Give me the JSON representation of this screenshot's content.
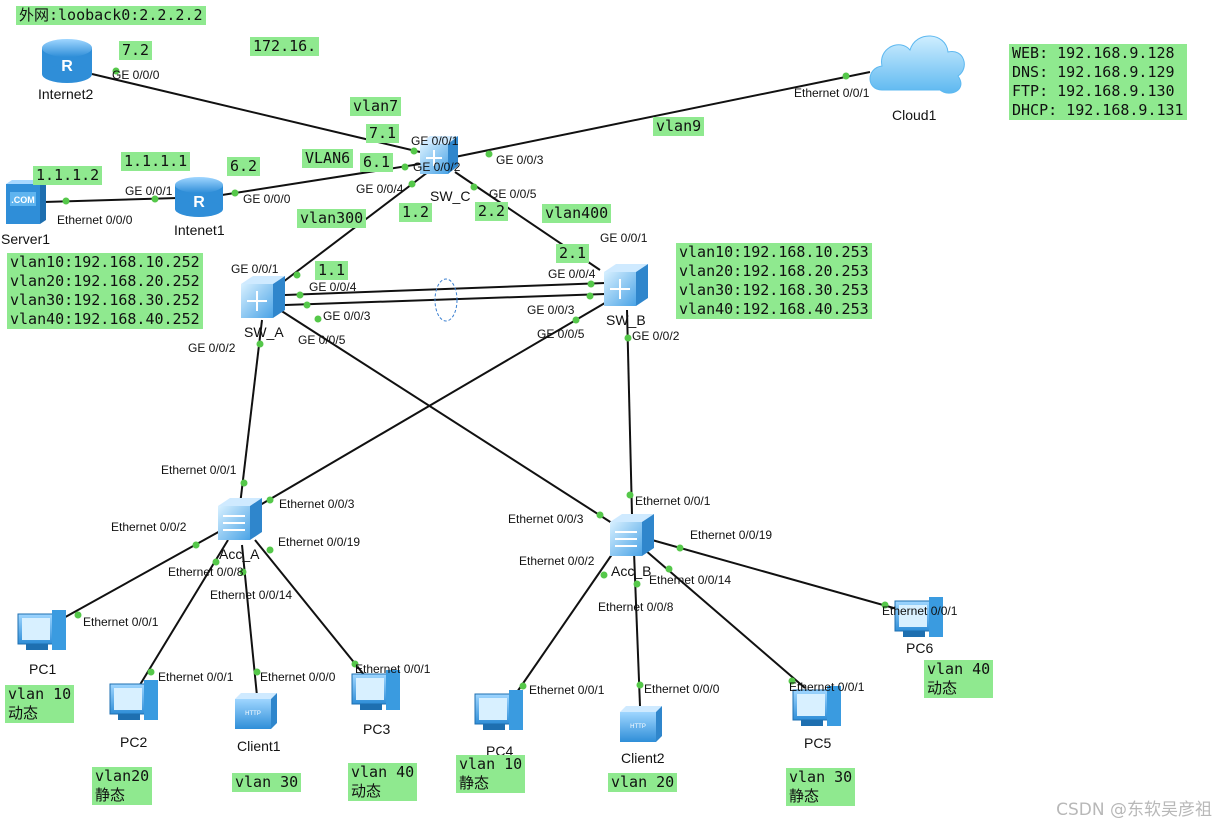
{
  "devices": {
    "internet2": "Internet2",
    "cloud1": "Cloud1",
    "server1": "Server1",
    "internet1": "Intenet1",
    "sw_c": "SW_C",
    "sw_a": "SW_A",
    "sw_b": "SW_B",
    "acc_a": "Acc_A",
    "acc_b": "Acc_B",
    "pc1": "PC1",
    "pc2": "PC2",
    "pc3": "PC3",
    "pc4": "PC4",
    "pc5": "PC5",
    "pc6": "PC6",
    "client1": "Client1",
    "client2": "Client2",
    "server_tag": ".COM",
    "client_tag": "HTTP"
  },
  "notes": {
    "loopback": "外网:looback0:2.2.2.2",
    "n72": "7.2",
    "n172": "172.16.",
    "vlan7": "vlan7",
    "n71": "7.1",
    "n1111": "1.1.1.1",
    "n62": "6.2",
    "vlan6": "VLAN6",
    "n61": "6.1",
    "n1112": "1.1.1.2",
    "vlan300": "vlan300",
    "n12": "1.2",
    "n22": "2.2",
    "vlan400": "vlan400",
    "vlan9": "vlan9",
    "n11": "1.1",
    "n21": "2.1",
    "services": "WEB: 192.168.9.128\nDNS: 192.168.9.129\nFTP: 192.168.9.130\nDHCP: 192.168.9.131",
    "swa_ips": "vlan10:192.168.10.252\nvlan20:192.168.20.252\nvlan30:192.168.30.252\nvlan40:192.168.40.252",
    "swb_ips": "vlan10:192.168.10.253\nvlan20:192.168.20.253\nvlan30:192.168.30.253\nvlan40:192.168.40.253",
    "pc1": "vlan 10\n动态",
    "pc2": "vlan20\n静态",
    "client1": "vlan 30",
    "pc3": "vlan 40\n动态",
    "pc4": "vlan 10\n静态",
    "client2": "vlan 20",
    "pc5": "vlan 30\n静态",
    "pc6": "vlan 40\n动态"
  },
  "ports": {
    "internet2_ge000": "GE 0/0/0",
    "cloud_eth001": "Ethernet 0/0/1",
    "swc_ge001": "GE 0/0/1",
    "swc_ge002": "GE 0/0/2",
    "swc_ge003": "GE 0/0/3",
    "swc_ge004": "GE 0/0/4",
    "swc_ge005": "GE 0/0/5",
    "server_eth000": "Ethernet 0/0/0",
    "inet1_ge001": "GE 0/0/1",
    "inet1_ge000": "GE 0/0/0",
    "swa_ge001": "GE 0/0/1",
    "swa_ge004": "GE 0/0/4",
    "swa_ge003": "GE 0/0/3",
    "swa_ge005": "GE 0/0/5",
    "swa_ge002": "GE 0/0/2",
    "swb_ge001": "GE 0/0/1",
    "swb_ge004": "GE 0/0/4",
    "swb_ge003": "GE 0/0/3",
    "swb_ge005": "GE 0/0/5",
    "swb_ge002": "GE 0/0/2",
    "acca_eth001": "Ethernet 0/0/1",
    "acca_eth003": "Ethernet 0/0/3",
    "acca_eth002": "Ethernet 0/0/2",
    "acca_eth0019": "Ethernet 0/0/19",
    "acca_eth008": "Ethernet 0/0/8",
    "acca_eth0014": "Ethernet 0/0/14",
    "pc1_eth001": "Ethernet 0/0/1",
    "pc2_eth001": "Ethernet 0/0/1",
    "client1_eth000": "Ethernet 0/0/0",
    "pc3_eth001": "Ethernet 0/0/1",
    "accb_eth001": "Ethernet 0/0/1",
    "accb_eth003": "Ethernet 0/0/3",
    "accb_eth0019": "Ethernet 0/0/19",
    "accb_eth002": "Ethernet 0/0/2",
    "accb_eth0014": "Ethernet 0/0/14",
    "accb_eth008": "Ethernet 0/0/8",
    "pc6_eth001": "Ethernet 0/0/1",
    "pc4_eth001": "Ethernet 0/0/1",
    "client2_eth000": "Ethernet 0/0/0",
    "pc5_eth001": "Ethernet 0/0/1"
  },
  "watermark": "CSDN @东软吴彦祖",
  "colors": {
    "note_bg": "#8fe98f",
    "link": "#111111",
    "port_dot": "#55c84a",
    "device_blue": "#3a9be0"
  }
}
